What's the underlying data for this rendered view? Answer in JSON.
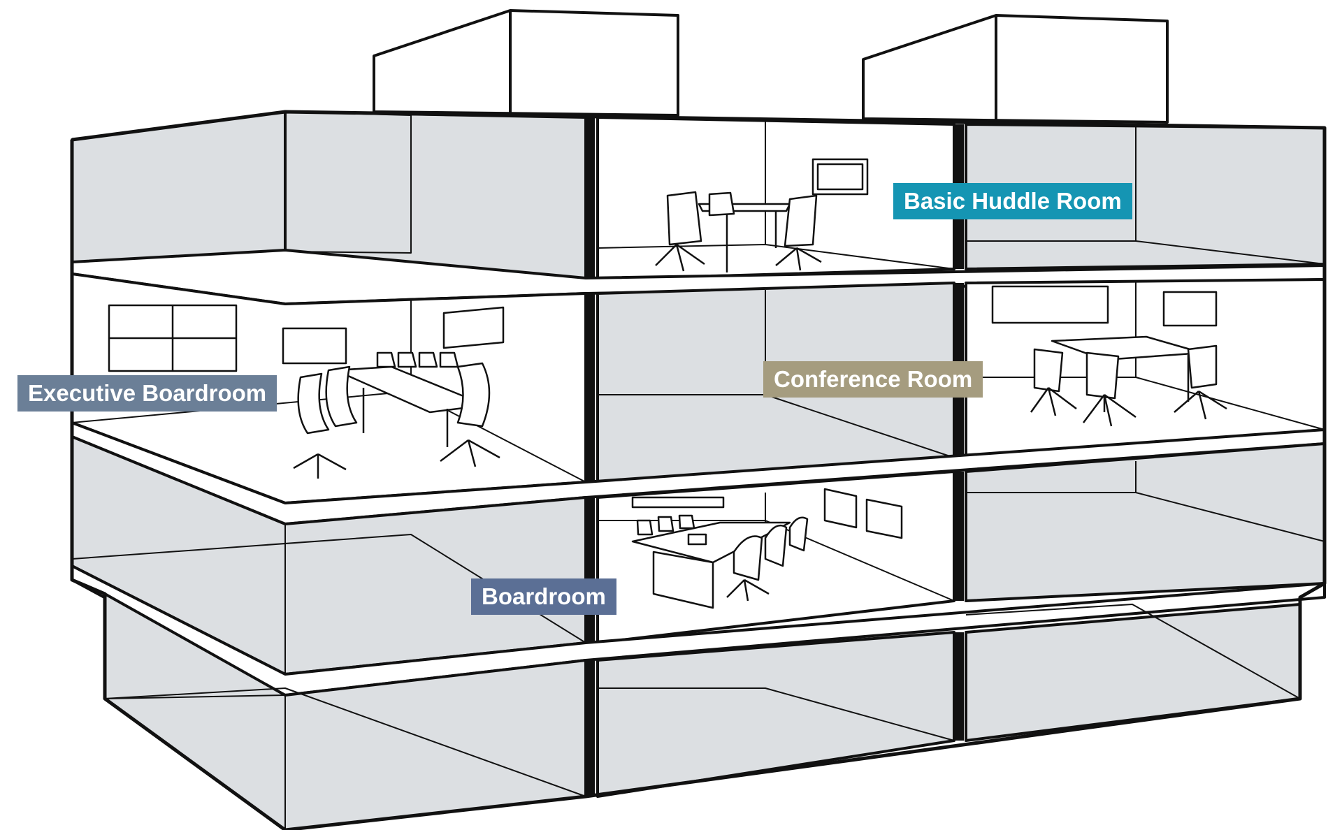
{
  "labels": {
    "basic_huddle_room": {
      "text": "Basic Huddle Room",
      "color": "#1595b3"
    },
    "executive_boardroom": {
      "text": "Executive Boardroom",
      "color": "#6b7f97"
    },
    "conference_room": {
      "text": "Conference Room",
      "color": "#a59c7f"
    },
    "boardroom": {
      "text": "Boardroom",
      "color": "#5b6f95"
    }
  },
  "colors": {
    "room_fill": "#dcdfe2",
    "furnished_room_fill": "#ffffff",
    "outline": "#111111"
  }
}
